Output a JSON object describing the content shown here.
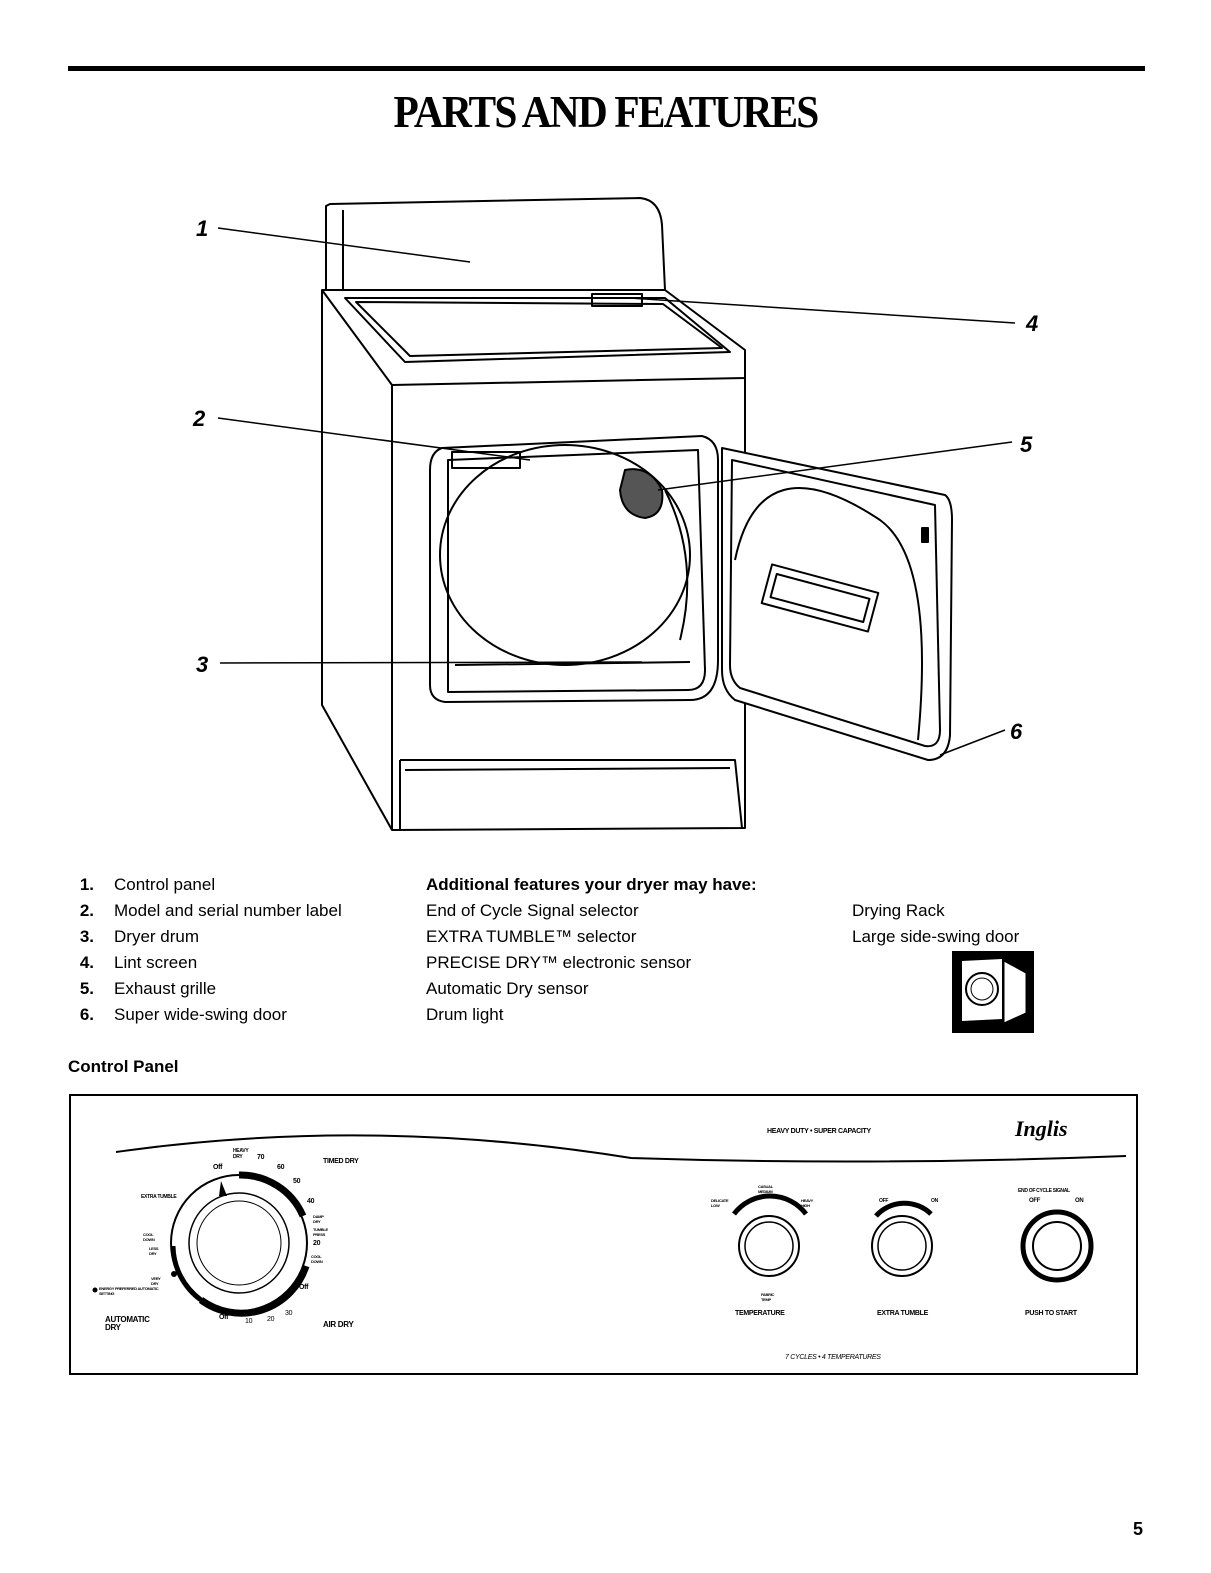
{
  "header": {
    "title": "PARTS AND FEATURES"
  },
  "callouts": [
    "1",
    "2",
    "3",
    "4",
    "5",
    "6"
  ],
  "parts_list": [
    {
      "num": "1.",
      "label": "Control panel"
    },
    {
      "num": "2.",
      "label": "Model and serial number label"
    },
    {
      "num": "3.",
      "label": "Dryer drum"
    },
    {
      "num": "4.",
      "label": "Lint screen"
    },
    {
      "num": "5.",
      "label": "Exhaust grille"
    },
    {
      "num": "6.",
      "label": "Super wide-swing door"
    }
  ],
  "additional": {
    "heading": "Additional features your dryer may have:",
    "items": [
      "End of Cycle Signal selector",
      "EXTRA TUMBLE™ selector",
      "PRECISE DRY™ electronic sensor",
      "Automatic Dry sensor",
      "Drum light"
    ],
    "right_items": [
      "Drying Rack",
      "Large side-swing door"
    ]
  },
  "control_panel": {
    "section_title": "Control Panel",
    "tagline": "HEAVY DUTY • SUPER CAPACITY",
    "brand": "Inglis",
    "timed_dry": "TIMED DRY",
    "air_dry": "AIR DRY",
    "automatic_dry": "AUTOMATIC DRY",
    "dial_labels": {
      "heavy_dry": "HEAVY DRY",
      "n70": "70",
      "n60": "60",
      "n50": "50",
      "n40": "40",
      "off_top": "Off",
      "extra_tumble": "EXTRA TUMBLE",
      "damp_dry": "DAMP DRY",
      "tumble_press": "TUMBLE PRESS",
      "n20": "20",
      "cool_down_r": "COOL DOWN",
      "cool_down_l": "COOL DOWN",
      "less_dry": "LESS DRY",
      "very_dry": "VERY DRY",
      "energy": "ENERGY PREFERRED AUTOMATIC SETTING",
      "off_right": "Off",
      "off_bottom": "Off",
      "b10": "10",
      "b20": "20",
      "b30": "30"
    },
    "temperature": {
      "casual_medium": "CASUAL MEDIUM",
      "delicate_low": "DELICATE LOW",
      "heavy_high": "HEAVY HIGH",
      "fabric_temp": "FABRIC TEMP",
      "label": "TEMPERATURE"
    },
    "extra_tumble": {
      "off": "OFF",
      "on": "ON",
      "label": "EXTRA TUMBLE"
    },
    "end_signal": {
      "title": "END OF CYCLE SIGNAL",
      "off": "OFF",
      "on": "ON",
      "label": "PUSH TO START"
    },
    "footer": "7 CYCLES • 4 TEMPERATURES"
  },
  "page_number": "5"
}
